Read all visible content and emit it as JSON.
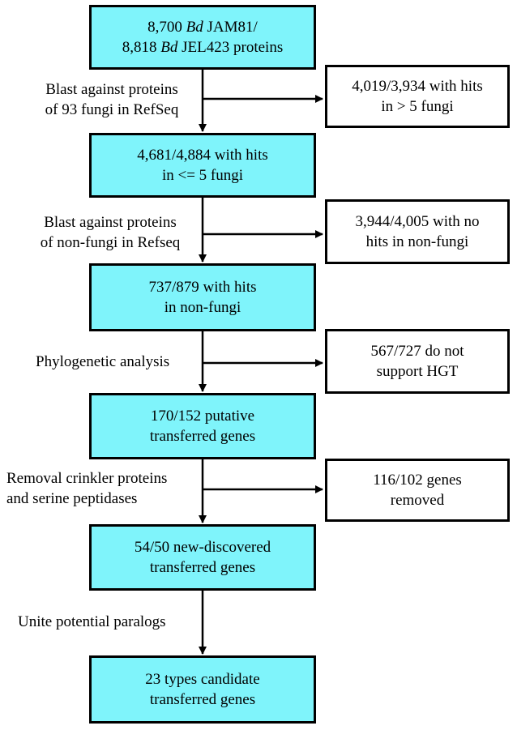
{
  "main_boxes": [
    {
      "line1_num": "8,700 ",
      "line1_italic": "Bd",
      "line1_rest": " JAM81/",
      "line2_num": "8,818 ",
      "line2_italic": "Bd",
      "line2_rest": " JEL423 proteins"
    },
    {
      "line1": "4,681/4,884 with hits",
      "line2": "in <= 5 fungi"
    },
    {
      "line1": "737/879 with hits",
      "line2": "in non-fungi"
    },
    {
      "line1": "170/152 putative",
      "line2": "transferred genes"
    },
    {
      "line1": "54/50 new-discovered",
      "line2": "transferred genes"
    },
    {
      "line1": "23 types candidate",
      "line2": "transferred genes"
    }
  ],
  "side_boxes": [
    {
      "line1": "4,019/3,934 with hits",
      "line2": "in > 5 fungi"
    },
    {
      "line1": "3,944/4,005 with no",
      "line2": "hits in non-fungi"
    },
    {
      "line1": "567/727 do not",
      "line2": "support HGT"
    },
    {
      "line1": "116/102 genes",
      "line2": "removed"
    }
  ],
  "step_labels": [
    {
      "line1": "Blast against proteins",
      "line2": "of  93 fungi in RefSeq"
    },
    {
      "line1": "Blast against proteins",
      "line2": "of non-fungi in Refseq"
    },
    {
      "line1": "Phylogenetic analysis"
    },
    {
      "line1": "Removal crinkler proteins",
      "line2": "and serine peptidases"
    },
    {
      "line1": "Unite potential paralogs"
    }
  ],
  "colors": {
    "main_fill": "#7ff4fb",
    "side_fill": "#ffffff",
    "stroke": "#000000"
  }
}
